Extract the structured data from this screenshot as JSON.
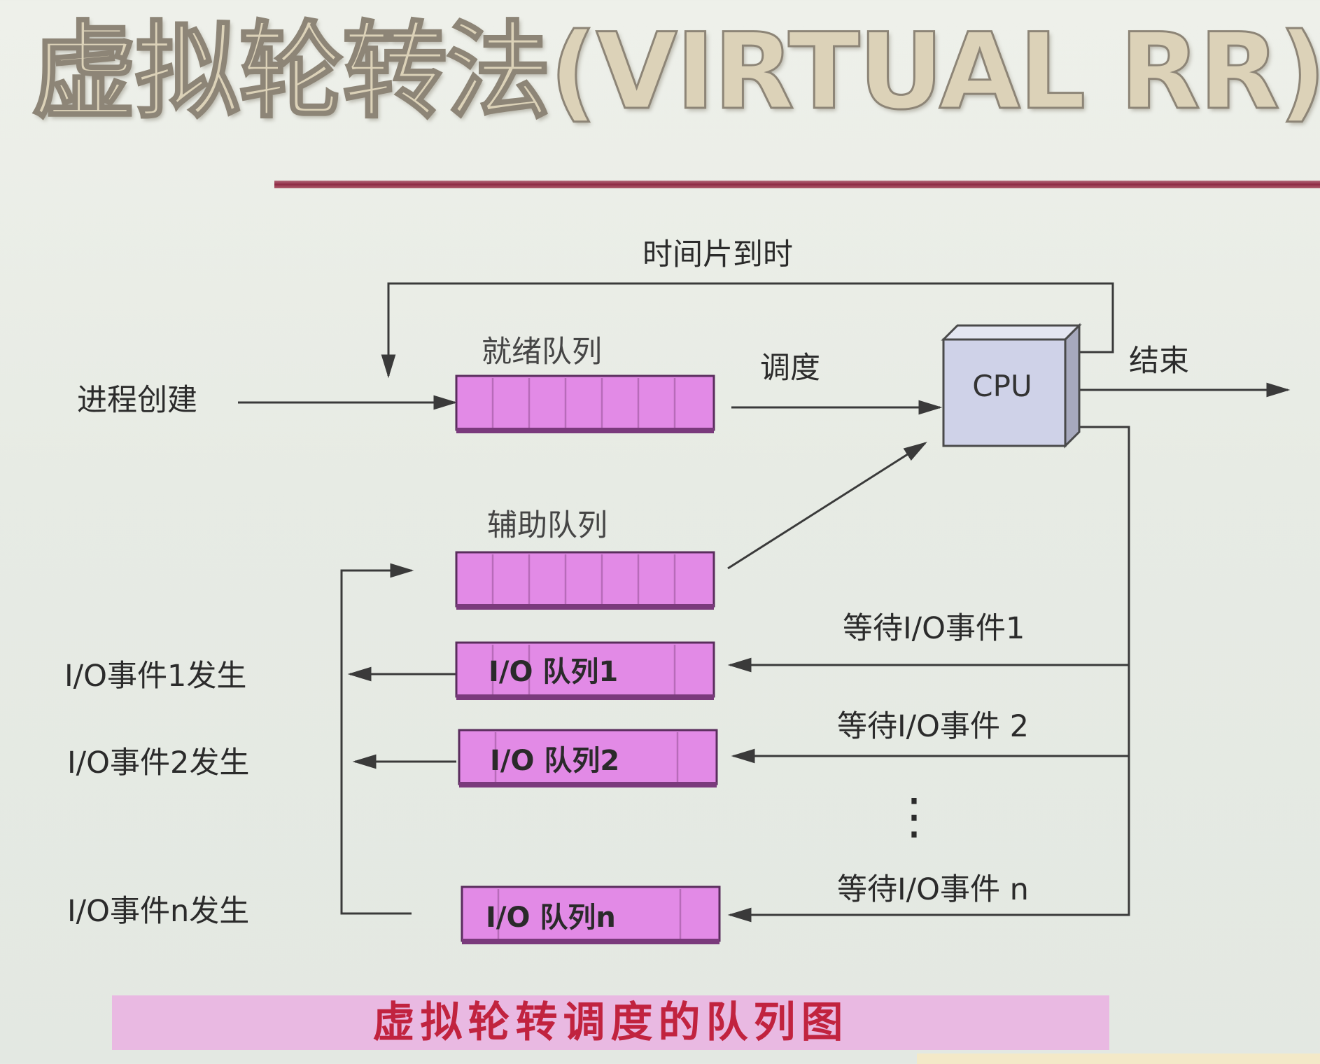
{
  "title": "虚拟轮转法(VIRTUAL RR)",
  "caption": "虚拟轮转调度的队列图",
  "nodes": {
    "cpu": "CPU",
    "ready_queue": "就绪队列",
    "aux_queue": "辅助队列",
    "io_queues": [
      "I/O 队列1",
      "I/O 队列2",
      "I/O 队列n"
    ]
  },
  "edges": {
    "time_slice_expired": "时间片到时",
    "process_created": "进程创建",
    "dispatch": "调度",
    "finish": "结束",
    "wait_events": [
      "等待I/O事件1",
      "等待I/O事件 2",
      "等待I/O事件 n"
    ],
    "events_occur": [
      "I/O事件1发生",
      "I/O事件2发生",
      "I/O事件n发生"
    ],
    "ellipsis": "⋮"
  },
  "colors": {
    "queue_fill": "#e28ae6",
    "queue_dark": "#8a3f8c",
    "cpu_fill": "#cfd2e8",
    "title_rule": "#8e2a44",
    "caption_bg": "#e9b9e2",
    "caption_text": "#c1233f"
  }
}
